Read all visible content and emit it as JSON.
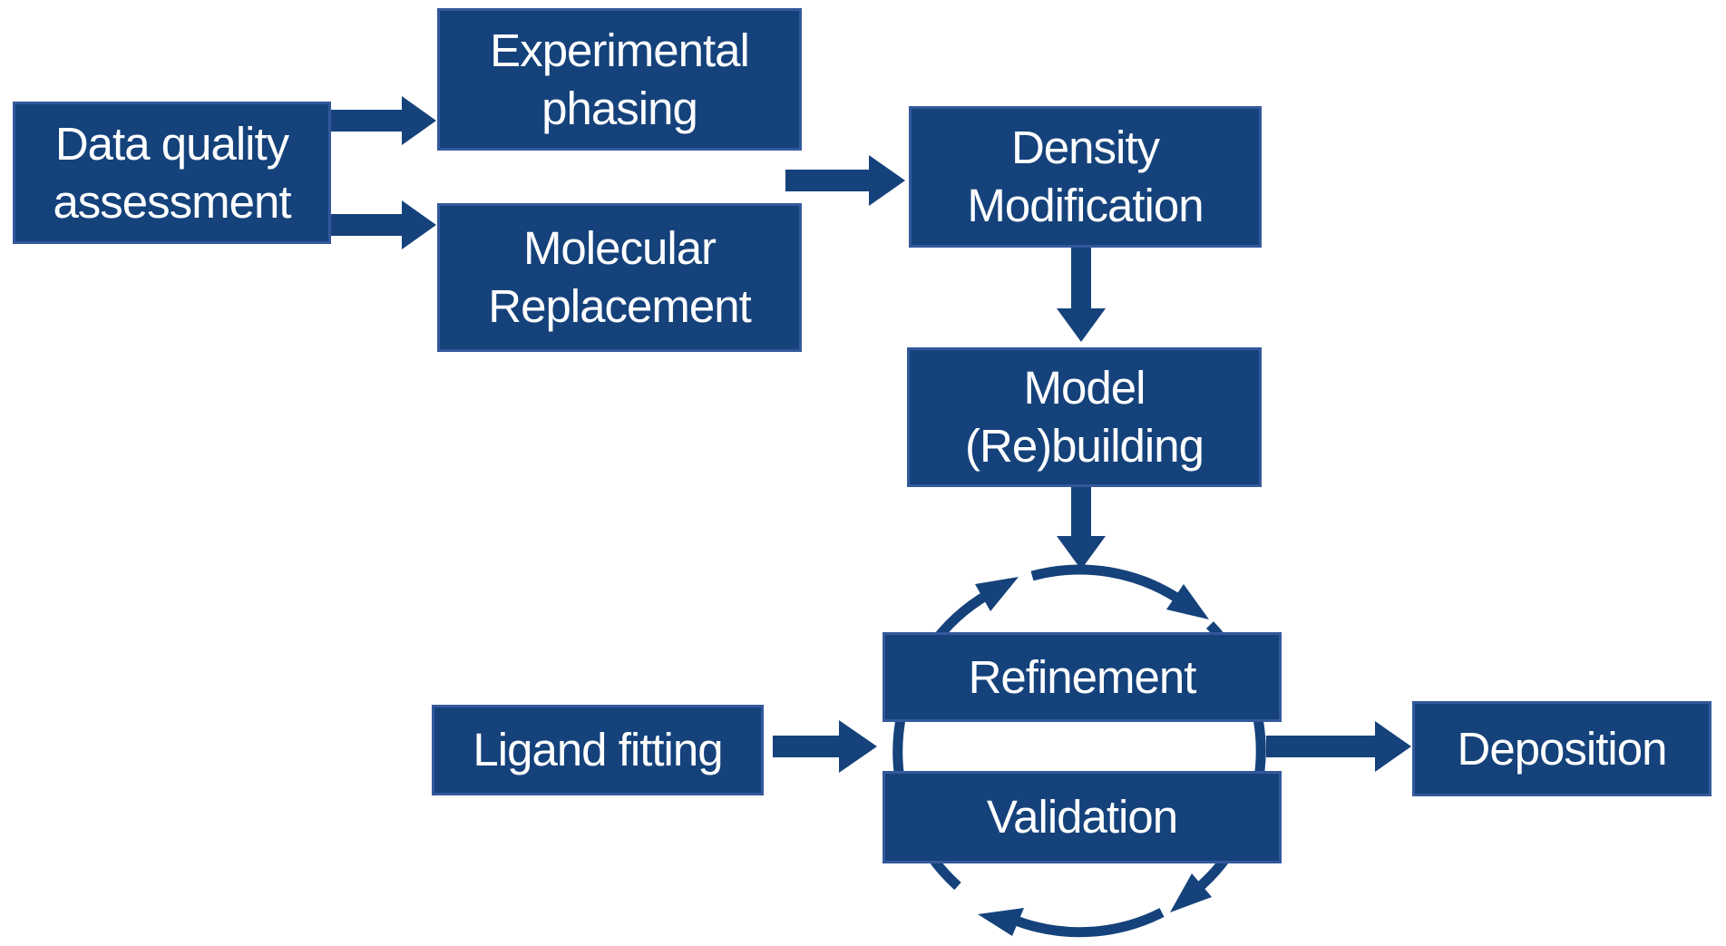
{
  "colors": {
    "background": "#ffffff",
    "node_fill": "#15427b",
    "node_border": "#33599c",
    "arrow": "#15427b",
    "text": "#ffffff"
  },
  "nodes": {
    "data_quality": {
      "line1": "Data quality",
      "line2": "assessment"
    },
    "experimental_phasing": {
      "line1": "Experimental",
      "line2": "phasing"
    },
    "molecular_replacement": {
      "line1": "Molecular",
      "line2": "Replacement"
    },
    "density_modification": {
      "line1": "Density",
      "line2": "Modification"
    },
    "model_rebuilding": {
      "line1": "Model",
      "line2": "(Re)building"
    },
    "refinement": {
      "line1": "Refinement"
    },
    "validation": {
      "line1": "Validation"
    },
    "ligand_fitting": {
      "line1": "Ligand fitting"
    },
    "deposition": {
      "line1": "Deposition"
    }
  },
  "edges": [
    {
      "from": "data_quality",
      "to": "experimental_phasing"
    },
    {
      "from": "data_quality",
      "to": "molecular_replacement"
    },
    {
      "from": "experimental_phasing / molecular_replacement",
      "to": "density_modification"
    },
    {
      "from": "density_modification",
      "to": "model_rebuilding"
    },
    {
      "from": "model_rebuilding",
      "to": "refinement_validation_cycle"
    },
    {
      "from": "ligand_fitting",
      "to": "refinement_validation_cycle"
    },
    {
      "from": "refinement_validation_cycle",
      "to": "deposition"
    },
    {
      "from": "refinement",
      "to": "validation",
      "type": "cycle"
    },
    {
      "from": "validation",
      "to": "refinement",
      "type": "cycle"
    }
  ]
}
